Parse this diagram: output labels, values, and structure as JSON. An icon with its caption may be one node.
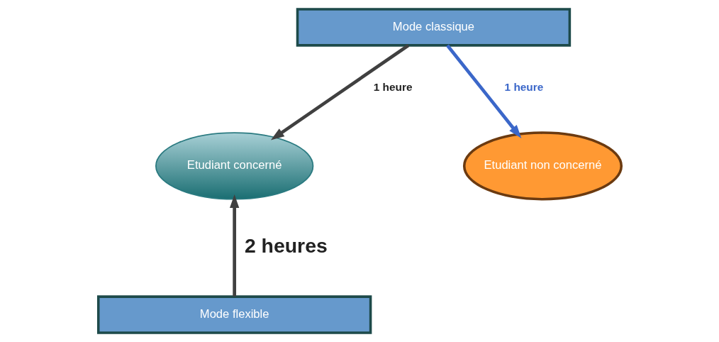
{
  "diagram": {
    "nodes": [
      {
        "text": [
          "Mode classique"
        ]
      },
      {
        "text": [
          "Etudiant concerné"
        ]
      },
      {
        "text": [
          "Etudiant non concerné"
        ]
      },
      {
        "text": [
          "Mode flexible"
        ]
      }
    ],
    "edges": [
      {
        "from": 0,
        "to": 1,
        "arrow": "to",
        "label": "1 heure"
      },
      {
        "from": 0,
        "to": 2,
        "arrow": "to",
        "label": "1 heure",
        "color": "#3b67c9"
      },
      {
        "from": 3,
        "to": 1,
        "arrow": "to",
        "label": "2 heures"
      }
    ]
  }
}
